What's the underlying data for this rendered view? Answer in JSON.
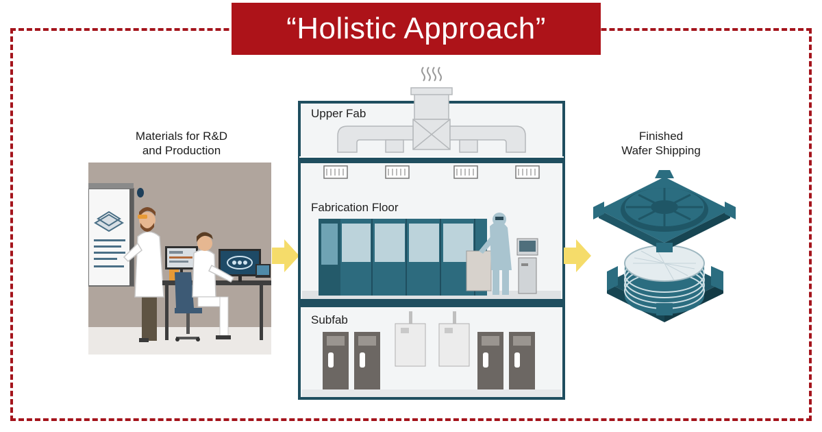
{
  "title": "“Holistic Approach”",
  "left_caption": {
    "line1": "Materials for R&D",
    "line2": "and Production"
  },
  "right_caption": {
    "line1": "Finished",
    "line2": "Wafer Shipping"
  },
  "fab": {
    "upper_label": "Upper Fab",
    "floor_label": "Fabrication Floor",
    "subfab_label": "Subfab"
  },
  "colors": {
    "brand_red": "#ad1319",
    "fab_outline": "#1f4e5f",
    "teal": "#2b6d80",
    "arrow_yellow": "#f5dc6a",
    "lab_wall": "#b0a59d"
  }
}
